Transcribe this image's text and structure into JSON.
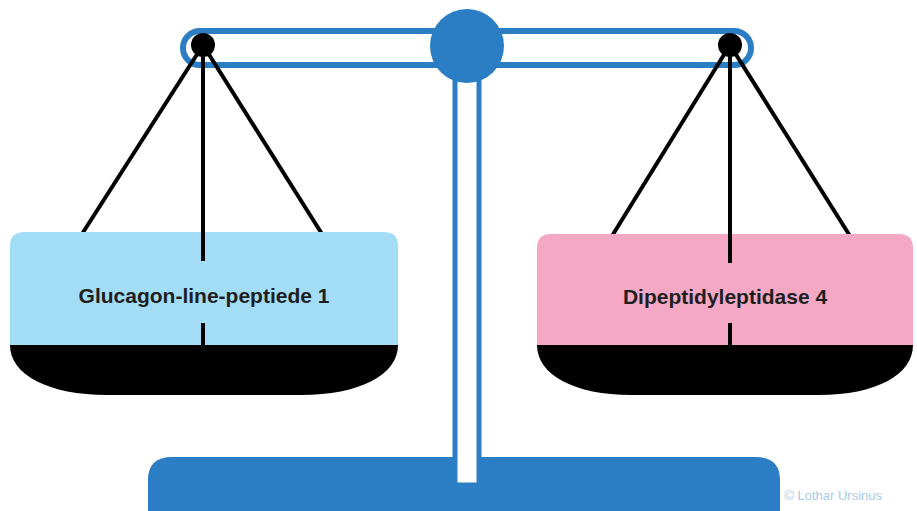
{
  "diagram": {
    "nodes": [
      {
        "text": [
          "Glucagon-line-peptiede 1"
        ]
      },
      {
        "text": [
          "Dipeptidyleptidase 4"
        ]
      }
    ],
    "labels": [
      "© Lothar Ursinus"
    ]
  }
}
